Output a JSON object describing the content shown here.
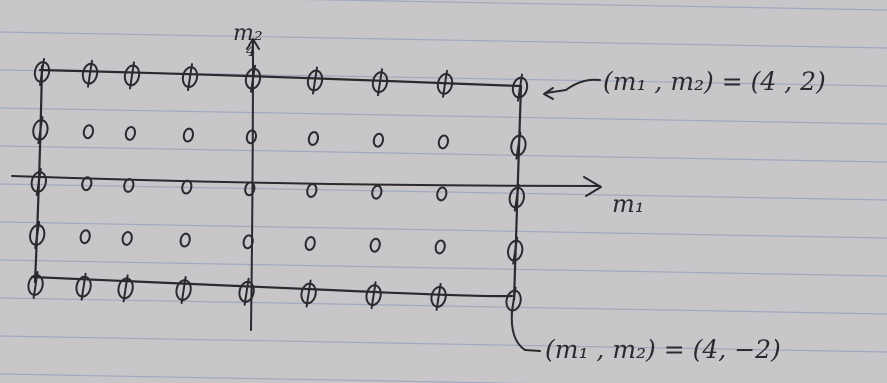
{
  "diagram": {
    "axis_labels": {
      "horizontal": "m₁",
      "vertical": "m₂"
    },
    "vertical_tick_label": "4",
    "annotations": [
      {
        "name": "top-right-corner",
        "text": "(m₁ , m₂) = (4 , 2)"
      },
      {
        "name": "bottom-right-corner",
        "text": "(m₁ , m₂) = (4, −2)"
      }
    ],
    "lattice": {
      "m1_range": [
        -4,
        4
      ],
      "m2_range": [
        -2,
        2
      ],
      "boundary_points": "m1 = ±4 or m2 = ±2"
    },
    "colors": {
      "paper": "#c9c6c9",
      "rules": "#9fa9c0",
      "ink": "#2a2a2e"
    }
  }
}
